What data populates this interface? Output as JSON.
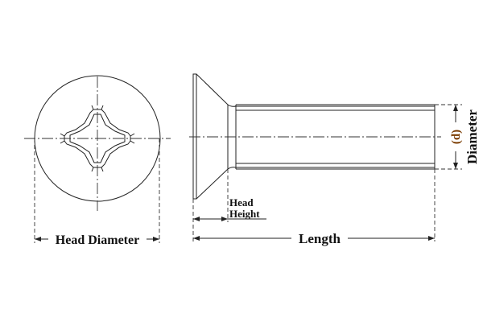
{
  "labels": {
    "head_diameter": "Head Diameter",
    "head_height_line1": "Head",
    "head_height_line2": "Height",
    "length": "Length",
    "diameter": "Diameter",
    "diameter_symbol": "(d)"
  },
  "colors": {
    "line": "#222222",
    "label": "#111111",
    "symbol": "#7a3b00"
  }
}
